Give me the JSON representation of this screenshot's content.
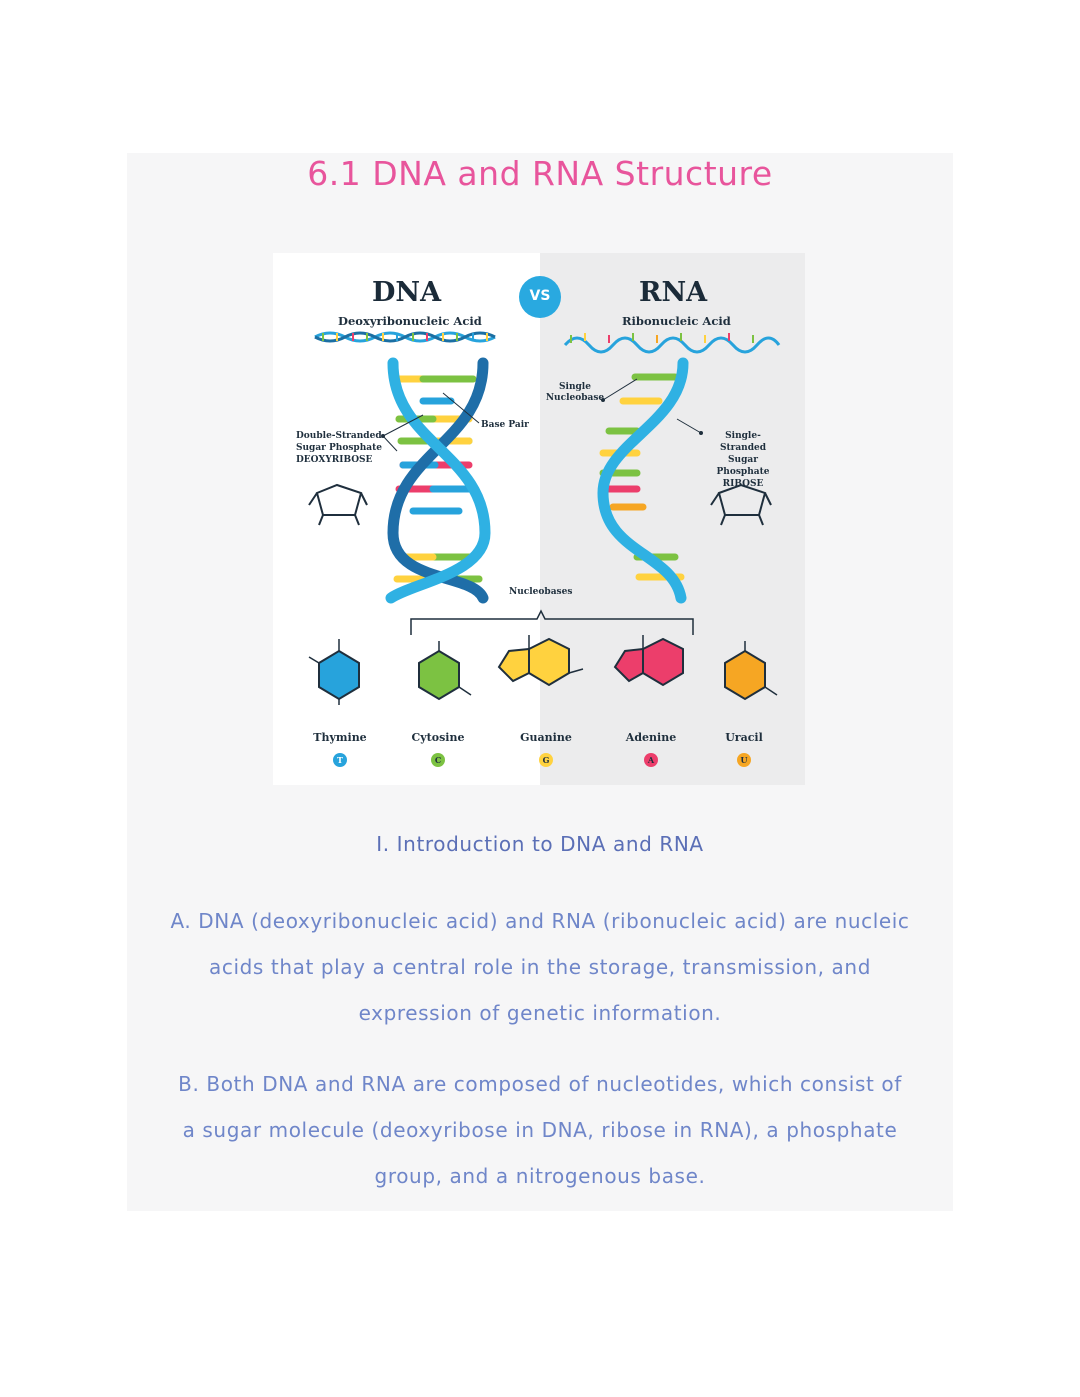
{
  "title": "6.1 DNA and RNA Structure",
  "figure": {
    "dna_title": "DNA",
    "dna_subtitle": "Deoxyribonucleic Acid",
    "vs": "VS",
    "rna_title": "RNA",
    "rna_subtitle": "Ribonucleic Acid",
    "base_pair": "Base Pair",
    "single_nucleobase": [
      "Single",
      "Nucleobase"
    ],
    "dna_sugar": [
      "Double-Stranded",
      "Sugar Phosphate",
      "DEOXYRIBOSE"
    ],
    "rna_sugar": [
      "Single-Stranded",
      "Sugar Phosphate",
      "RIBOSE"
    ],
    "nucleobases": "Nucleobases",
    "bases": [
      {
        "name": "Thymine",
        "letter": "T",
        "color": "#27a3dc"
      },
      {
        "name": "Cytosine",
        "letter": "C",
        "color": "#7cc242"
      },
      {
        "name": "Guanine",
        "letter": "G",
        "color": "#ffd23f"
      },
      {
        "name": "Adenine",
        "letter": "A",
        "color": "#ec3e6b"
      },
      {
        "name": "Uracil",
        "letter": "U",
        "color": "#f6a623"
      }
    ]
  },
  "section_heading": "I. Introduction to DNA and RNA",
  "paragraph_a": [
    "A. DNA (deoxyribonucleic acid) and RNA (ribonucleic acid) are nucleic",
    "acids that play a central role in the storage, transmission, and",
    "expression of genetic information."
  ],
  "paragraph_b": [
    "B. Both DNA and RNA are composed of nucleotides, which consist of",
    "a sugar molecule (deoxyribose in DNA, ribose in RNA), a phosphate",
    "group, and a nitrogenous base."
  ]
}
